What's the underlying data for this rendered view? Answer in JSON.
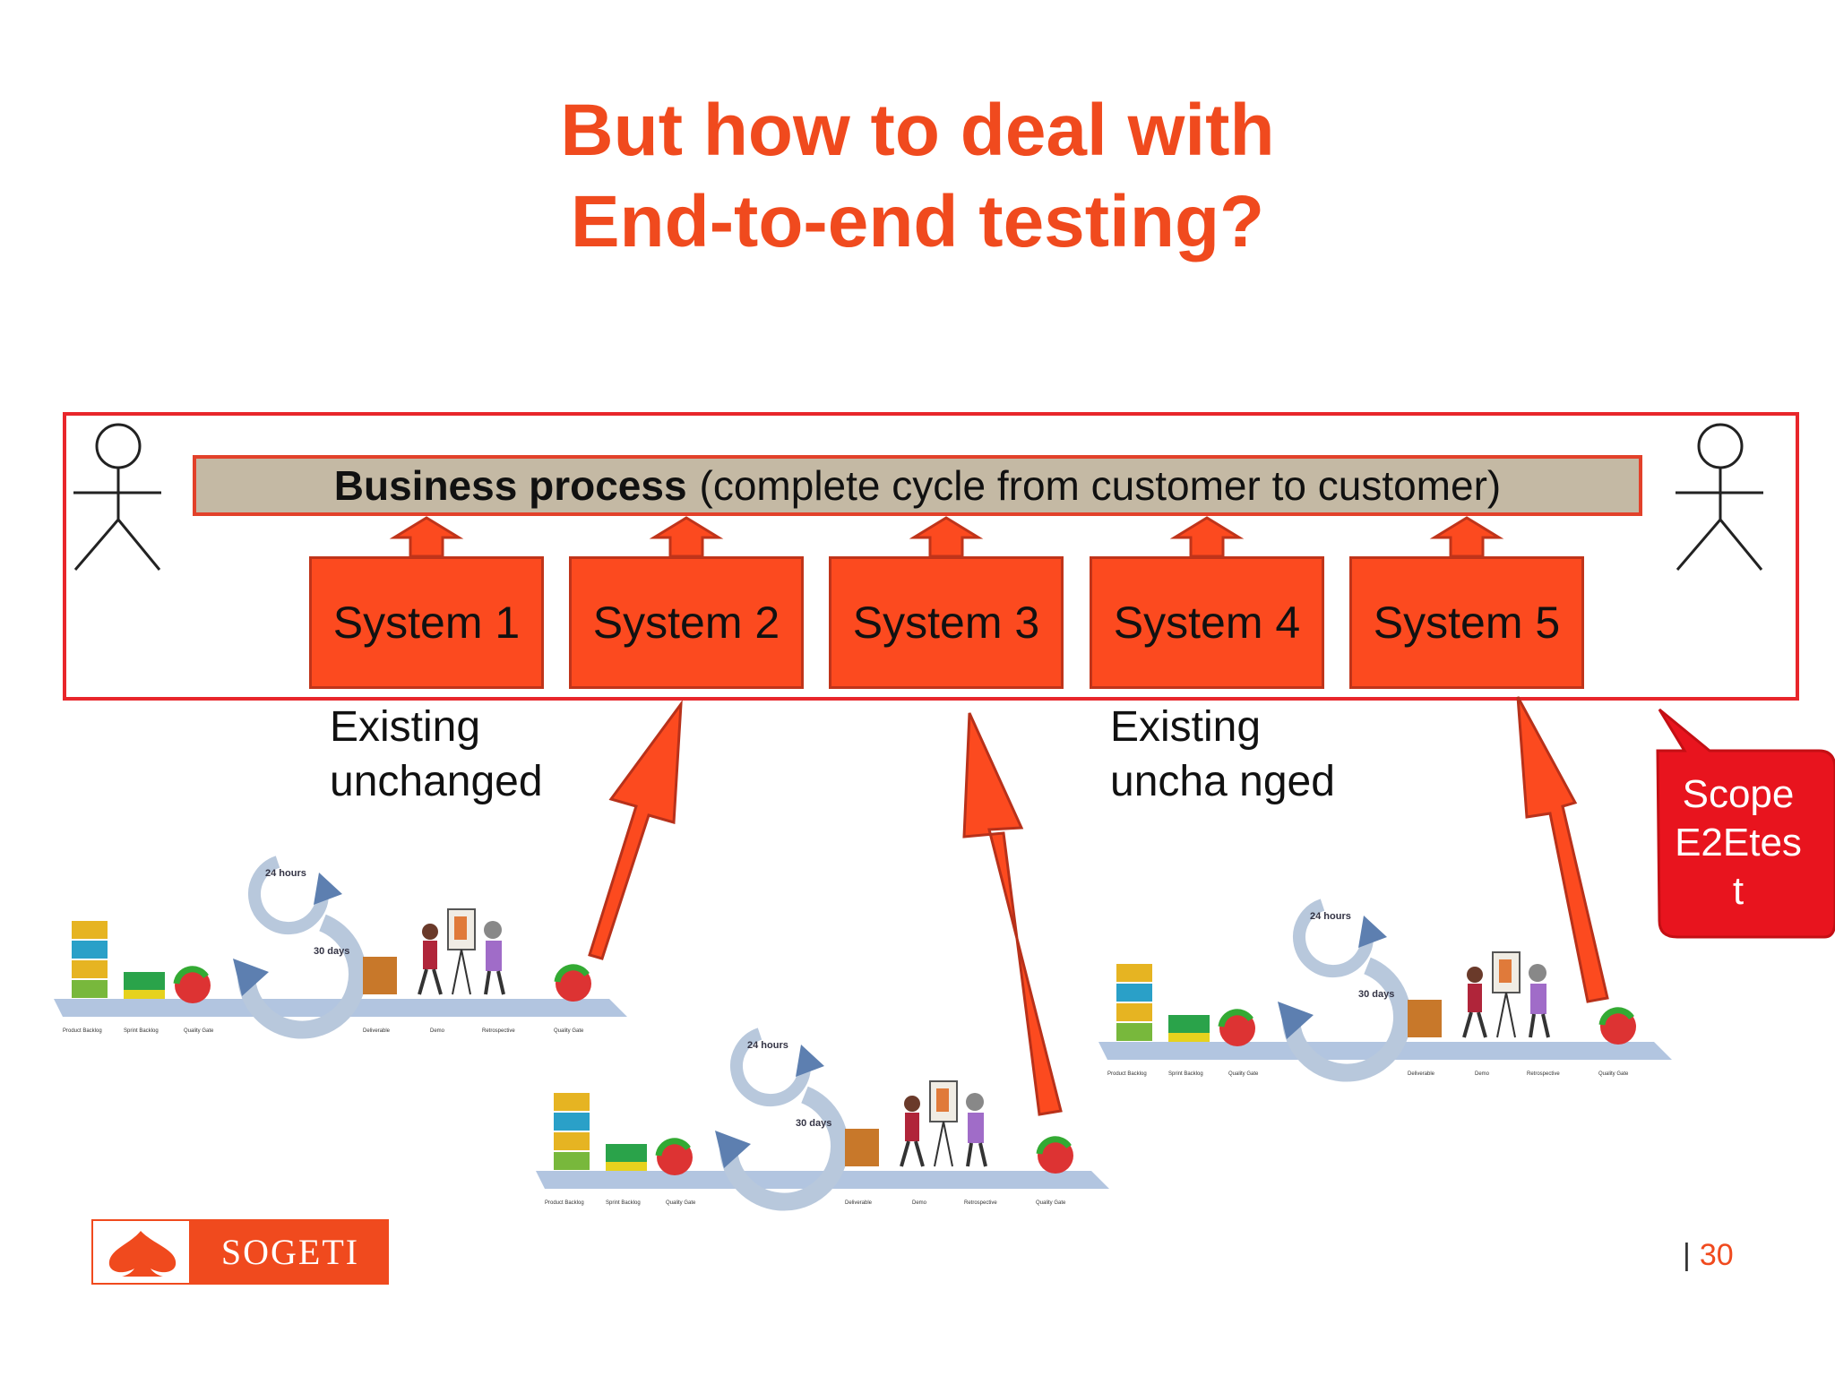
{
  "title": {
    "line1": "But how to deal with",
    "line2": "End-to-end testing?"
  },
  "business_process": {
    "bold": "Business process",
    "rest": "(complete cycle from customer to customer)"
  },
  "systems": [
    "System 1",
    "System 2",
    "System 3",
    "System 4",
    "System 5"
  ],
  "labels": {
    "left_line1": "Existing",
    "left_line2": "unchanged",
    "right_line1": "Existing",
    "right_line2": "uncha nged"
  },
  "callout": {
    "line1": "Scope",
    "line2": "E2Etes",
    "line3": "t",
    "color": "#e8141e"
  },
  "sprint_illustration": {
    "loop_small": "24 hours",
    "loop_large": "30 days",
    "captions": [
      "Product Backlog",
      "Sprint Backlog",
      "Quality Gate",
      "Deliverable",
      "Demo",
      "Retrospective",
      "Quality Gate"
    ]
  },
  "logo": {
    "text": "SOGETI"
  },
  "page": {
    "separator": "|",
    "number": "30"
  },
  "colors": {
    "accent": "#f04a1e",
    "system_fill": "#fc4a1f",
    "frame": "#e8262b",
    "process_fill": "#c4b9a4"
  }
}
